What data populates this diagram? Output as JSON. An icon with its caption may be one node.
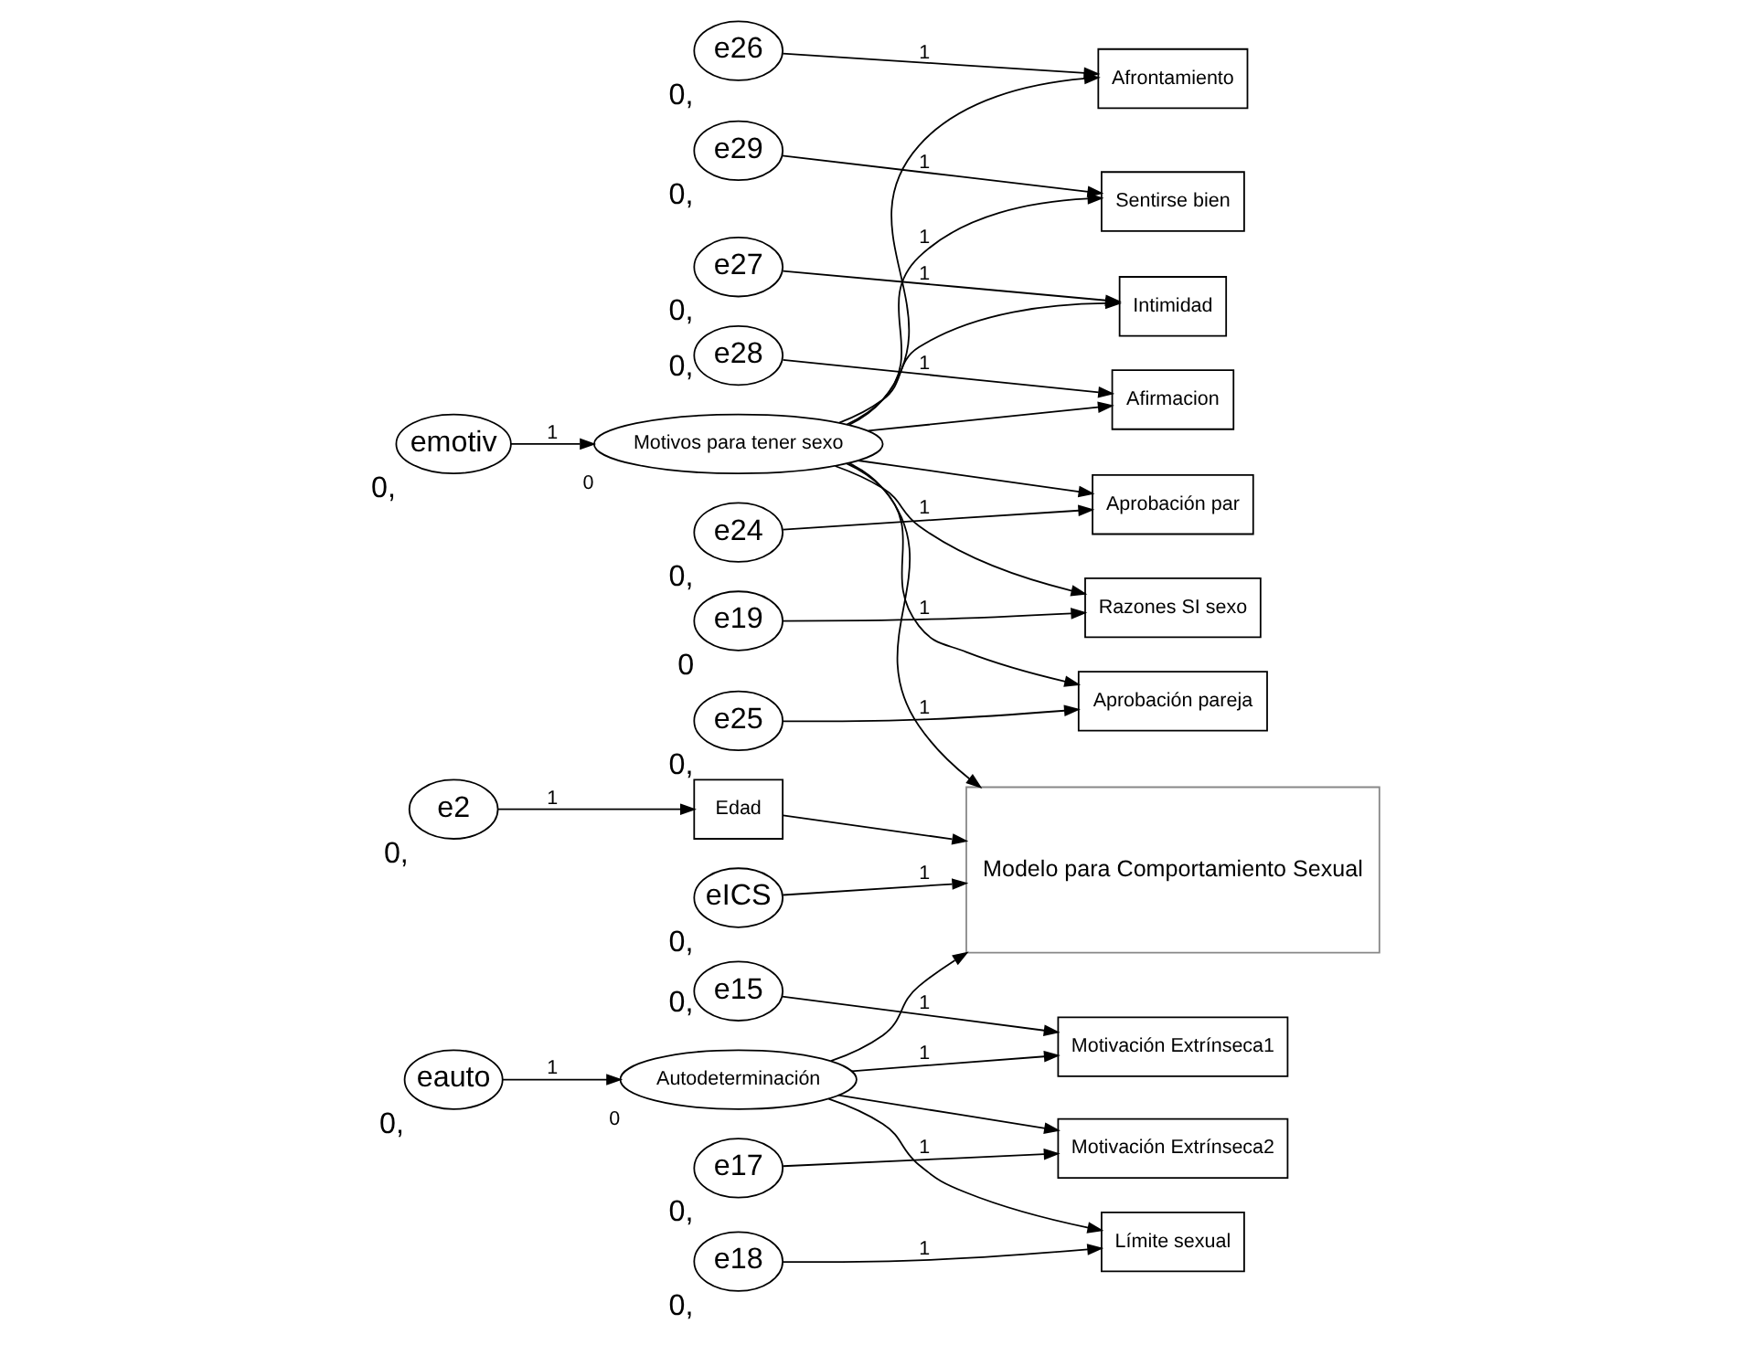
{
  "diagram": {
    "nodes": [
      {
        "text": [
          "e29"
        ],
        "beside": [
          "0,"
        ]
      },
      {
        "text": [
          "Sentirse bien"
        ]
      },
      {
        "text": [
          "e28"
        ],
        "beside": [
          "0,"
        ]
      },
      {
        "text": [
          "Afirmacion"
        ]
      },
      {
        "text": [
          "e2"
        ],
        "beside": [
          "0,"
        ]
      },
      {
        "text": [
          "Edad"
        ]
      },
      {
        "text": [
          "e15"
        ],
        "beside": [
          "0,"
        ]
      },
      {
        "text": [
          "Motivación Extrínseca1"
        ]
      },
      {
        "text": [
          "e27"
        ],
        "beside": [
          "0,"
        ]
      },
      {
        "text": [
          "Intimidad"
        ]
      },
      {
        "text": [
          "emotiv"
        ],
        "beside": [
          "0,"
        ]
      },
      {
        "text": [
          "eauto"
        ],
        "beside": [
          "0,"
        ]
      },
      {
        "text": [
          "e26"
        ],
        "beside": [
          "0,"
        ]
      },
      {
        "text": [
          "Afrontamiento"
        ]
      },
      {
        "text": [
          "e17"
        ],
        "beside": [
          "0,"
        ]
      },
      {
        "text": [
          "Motivación Extrínseca2"
        ]
      },
      {
        "text": [
          "Motivos para tener sexo"
        ],
        "beside": [
          "0"
        ]
      },
      {
        "text": [
          "Autodeterminación"
        ],
        "beside": [
          "0"
        ]
      },
      {
        "text": [
          "e25"
        ],
        "beside": [
          "0,"
        ]
      },
      {
        "text": [
          "Aprobación pareja"
        ]
      },
      {
        "text": [
          "e18"
        ],
        "beside": [
          "0,"
        ]
      },
      {
        "text": [
          "Límite sexual"
        ]
      },
      {
        "text": [
          "e24"
        ],
        "beside": [
          "0,"
        ]
      },
      {
        "text": [
          "Aprobación par"
        ]
      },
      {
        "text": [
          "e19"
        ],
        "beside": [
          "0"
        ]
      },
      {
        "text": [
          "Razones SI sexo"
        ]
      },
      {
        "text": [
          "Modelo para Comportamiento Sexual"
        ]
      },
      {
        "text": [
          "eICS"
        ],
        "beside": [
          "0,"
        ]
      }
    ],
    "edges": [
      {
        "from": 0,
        "to": 1,
        "arrow": "to",
        "label": "1"
      },
      {
        "from": 2,
        "to": 3,
        "arrow": "to",
        "label": "1"
      },
      {
        "from": 4,
        "to": 5,
        "arrow": "to",
        "label": "1"
      },
      {
        "from": 6,
        "to": 7,
        "arrow": "to",
        "label": "1"
      },
      {
        "from": 8,
        "to": 9,
        "arrow": "to",
        "label": "1"
      },
      {
        "from": 12,
        "to": 13,
        "arrow": "to",
        "label": "1"
      },
      {
        "from": 14,
        "to": 15,
        "arrow": "to",
        "label": "1"
      },
      {
        "from": 18,
        "to": 19,
        "arrow": "to",
        "label": "1"
      },
      {
        "from": 20,
        "to": 21,
        "arrow": "to",
        "label": "1"
      },
      {
        "from": 22,
        "to": 23,
        "arrow": "to",
        "label": "1"
      },
      {
        "from": 24,
        "to": 25,
        "arrow": "to",
        "label": "1"
      },
      {
        "from": 10,
        "to": 16,
        "arrow": "to",
        "label": "1"
      },
      {
        "from": 11,
        "to": 17,
        "arrow": "to",
        "label": "1"
      },
      {
        "from": 16,
        "to": 1,
        "arrow": "to",
        "label": "1"
      },
      {
        "from": 16,
        "to": 3,
        "arrow": "to"
      },
      {
        "from": 16,
        "to": 9,
        "arrow": "to"
      },
      {
        "from": 16,
        "to": 13,
        "arrow": "to"
      },
      {
        "from": 16,
        "to": 19,
        "arrow": "to"
      },
      {
        "from": 16,
        "to": 23,
        "arrow": "to"
      },
      {
        "from": 16,
        "to": 25,
        "arrow": "to"
      },
      {
        "from": 17,
        "to": 7,
        "arrow": "to",
        "label": "1"
      },
      {
        "from": 17,
        "to": 15,
        "arrow": "to"
      },
      {
        "from": 17,
        "to": 21,
        "arrow": "to"
      },
      {
        "from": 16,
        "to": 26,
        "arrow": "to"
      },
      {
        "from": 5,
        "to": 26,
        "arrow": "to"
      },
      {
        "from": 17,
        "to": 26,
        "arrow": "to"
      },
      {
        "from": 27,
        "to": 26,
        "arrow": "to",
        "label": "1"
      }
    ]
  }
}
